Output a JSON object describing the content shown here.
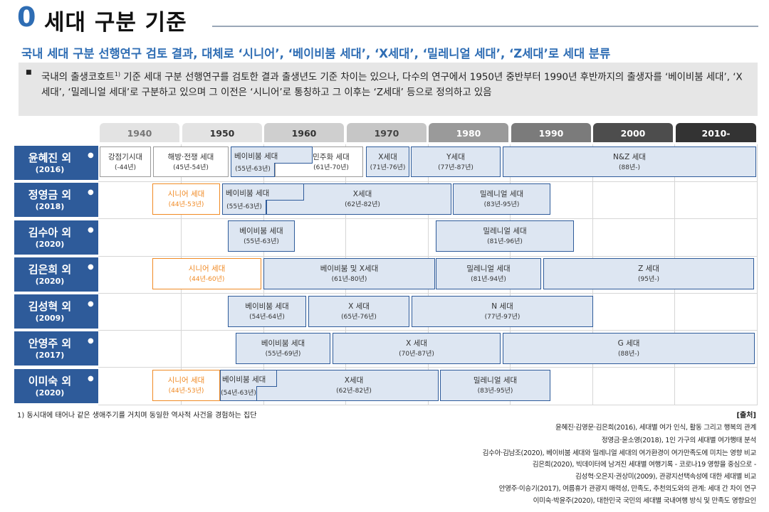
{
  "header": {
    "number": "0",
    "title": "세대 구분 기준",
    "subtitle": "국내 세대 구분 선행연구 검토 결과, 대체로 ‘시니어’, ‘베이비붐 세대’, ‘X세대’, ‘밀레니얼 세대’, ‘Z세대’로 세대 분류",
    "summary_bullet": "■",
    "summary_part1": "국내의 출생코호트",
    "summary_sup": "1)",
    "summary_part2": " 기준 세대 구분 선행연구를 검토한 결과 출생년도 기준 차이는 있으나, 다수의 연구에서 1950년 중반부터 1990년 후반까지의 출생자를 ‘베이비붐 세대’, ‘X세대’, ‘밀레니얼 세대’로 구분하고 있으며 그 이전은 ‘시니어’로 통칭하고 그 이후는 ‘Z세대’ 등으로 정의하고 있음"
  },
  "decades": [
    "1940",
    "1950",
    "1960",
    "1970",
    "1980",
    "1990",
    "2000",
    "2010-"
  ],
  "decade_colors": [
    "#e3e3e3",
    "#e3e3e3",
    "#cfcfcf",
    "#c6c6c6",
    "#9a9a9a",
    "#7b7b7b",
    "#4d4d4d",
    "#333333"
  ],
  "decade_text_colors": [
    "#777777",
    "#333333",
    "#333333",
    "#444444",
    "#ffffff",
    "#ffffff",
    "#ffffff",
    "#ffffff"
  ],
  "rows": [
    {
      "name": "윤혜진 외",
      "year": "(2016)"
    },
    {
      "name": "정영금 외",
      "year": "(2018)"
    },
    {
      "name": "김수아 외",
      "year": "(2020)"
    },
    {
      "name": "김은희 외",
      "year": "(2020)"
    },
    {
      "name": "김성혁 외",
      "year": "(2009)"
    },
    {
      "name": "안영주 외",
      "year": "(2017)"
    },
    {
      "name": "이미숙 외",
      "year": "(2020)"
    }
  ],
  "row_arrow": "●",
  "bars": {
    "r1": [
      {
        "label": "강점기시대",
        "range": "(-44년)"
      },
      {
        "label": "해방·전쟁 세대",
        "range": "(45년-54년)"
      },
      {
        "label": "베이비붐 세대",
        "range": "(55년-63년)"
      },
      {
        "label": "민주화 세대",
        "range": "(61년-70년)"
      },
      {
        "label": "X세대",
        "range": "(71년-76년)"
      },
      {
        "label": "Y세대",
        "range": "(77년-87년)"
      },
      {
        "label": "N&Z 세대",
        "range": "(88년-)"
      }
    ],
    "r2": [
      {
        "label": "시니어 세대",
        "range": "(44년-53년)"
      },
      {
        "label": "베이비붐 세대",
        "range": "(55년-63년)"
      },
      {
        "label": "X세대",
        "range": "(62년-82년)"
      },
      {
        "label": "밀레니얼 세대",
        "range": "(83년-95년)"
      }
    ],
    "r3": [
      {
        "label": "베이비붐 세대",
        "range": "(55년-63년)"
      },
      {
        "label": "밀레니얼 세대",
        "range": "(81년-96년)"
      }
    ],
    "r4": [
      {
        "label": "시니어 세대",
        "range": "(44년-60년)"
      },
      {
        "label": "베이비붐 및 X세대",
        "range": "(61년-80년)"
      },
      {
        "label": "밀레니얼 세대",
        "range": "(81년-94년)"
      },
      {
        "label": "Z 세대",
        "range": "(95년-)"
      }
    ],
    "r5": [
      {
        "label": "베이비붐 세대",
        "range": "(54년-64년)"
      },
      {
        "label": "X 세대",
        "range": "(65년-76년)"
      },
      {
        "label": "N 세대",
        "range": "(77년-97년)"
      }
    ],
    "r6": [
      {
        "label": "베이비붐 세대",
        "range": "(55년-69년)"
      },
      {
        "label": "X 세대",
        "range": "(70년-87년)"
      },
      {
        "label": "G 세대",
        "range": "(88년-)"
      }
    ],
    "r7": [
      {
        "label": "시니어 세대",
        "range": "(44년-53년)"
      },
      {
        "label": "베이비붐 세대",
        "range": "(54년-63년)"
      },
      {
        "label": "X세대",
        "range": "(62년-82년)"
      },
      {
        "label": "밀레니얼 세대",
        "range": "(83년-95년)"
      }
    ]
  },
  "colors": {
    "accent_blue": "#2e6db4",
    "row_label_bg": "#2e5b9a",
    "bar_fill": "#dde6f2",
    "bar_border": "#2e5b9a",
    "senior_orange": "#f08a24",
    "summary_bg": "#e6e6e6"
  },
  "footer": {
    "footnote": "1) 동시대에 태어나 같은 생애주기를 거치며 동일한 역사적 사건을 경험하는 집단",
    "source_title": "[출처]",
    "sources": [
      "윤혜진·김영문·김은희(2016), 세대별 여가 인식, 활동 그리고 행복의 관계",
      "정영금·윤소영(2018), 1인 가구의 세대별 여가행태 분석",
      "김수아·김남조(2020), 베이비붐 세대와 밀레니얼 세대의 여가환경이 여가만족도에 미치는 영향 비교",
      "김은희(2020), 빅데이터에 남겨진 세대별 여행기록 - 코로나19 영향을 중심으로 -",
      "김성혁·오은지·권상미(2009), 관광지선택속성에 대한 세대별 비교",
      "안영주·이승기(2017), 여름휴가 관광지 매력성, 만족도, 추천의도와의 관계: 세대 간 차이 연구",
      "이미숙·박윤주(2020), 대한민국 국민의 세대별 국내여행 방식 및 만족도 영향요인"
    ]
  }
}
